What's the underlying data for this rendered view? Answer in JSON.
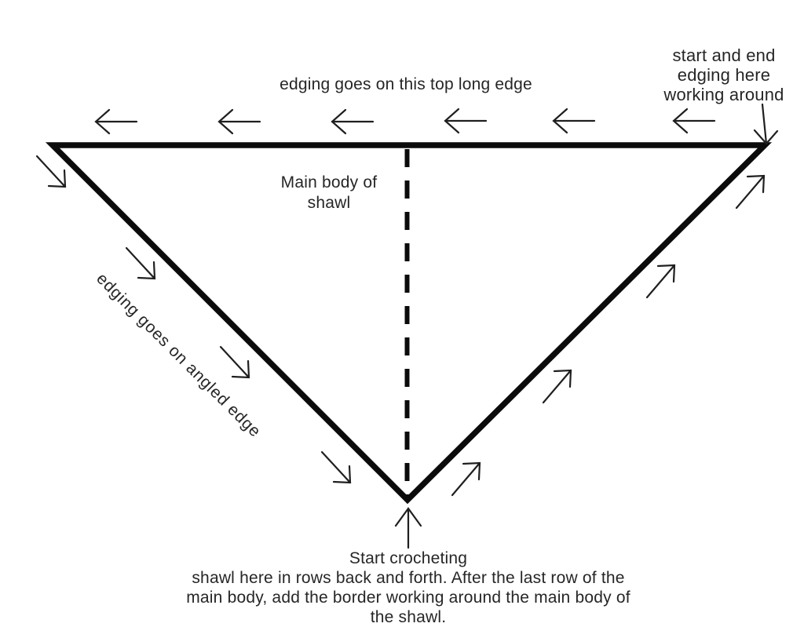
{
  "labels": {
    "top_edge": "edging goes on this top long edge",
    "start_end": "start and end\nedging here\nworking around",
    "main_body": "Main body of\nshawl",
    "angled_edge": "edging goes on angled edge",
    "bottom_note": "Start crocheting\nshawl here in rows back and forth. After the last row of the\nmain body, add the border working around the main body of\nthe shawl."
  },
  "arrows": {
    "top_edge": {
      "count": 6,
      "direction": "left"
    },
    "left_edge": {
      "count": 4,
      "direction": "down-right"
    },
    "right_edge": {
      "count": 4,
      "direction": "up-right"
    },
    "top_right_corner": {
      "count": 1,
      "direction": "down"
    },
    "bottom_point": {
      "count": 1,
      "direction": "up"
    }
  },
  "colors": {
    "background": "#ffffff",
    "line": "#0b0b0b",
    "arrow": "#1f1f1f",
    "text": "#262626"
  }
}
